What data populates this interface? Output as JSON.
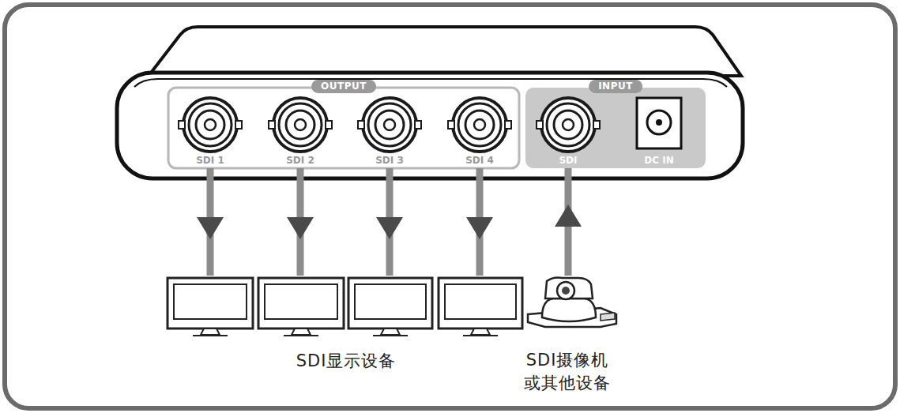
{
  "diagram": {
    "nodes": [
      {
        "text": [
          "OUTPUT"
        ]
      },
      {
        "text": [
          "SDI 1"
        ],
        "in": 0
      },
      {
        "text": [
          "SDI 2"
        ],
        "in": 0
      },
      {
        "text": [
          "SDI 3"
        ],
        "in": 0
      },
      {
        "text": [
          "SDI 4"
        ],
        "in": 0
      },
      {
        "text": [
          "INPUT"
        ]
      },
      {
        "text": [
          "SDI"
        ],
        "in": 5
      },
      {
        "text": [
          "DC IN"
        ],
        "in": 5
      },
      {
        "text": [
          "SDI显示设备"
        ]
      },
      {
        "text": [
          "SDI摄像机 或其他设备"
        ]
      }
    ],
    "edges": [
      {
        "from": 1,
        "to": 8,
        "arrow": "to"
      },
      {
        "from": 2,
        "to": 8,
        "arrow": "to"
      },
      {
        "from": 3,
        "to": 8,
        "arrow": "to"
      },
      {
        "from": 4,
        "to": 8,
        "arrow": "to"
      },
      {
        "from": 9,
        "to": 6,
        "arrow": "to"
      }
    ]
  }
}
